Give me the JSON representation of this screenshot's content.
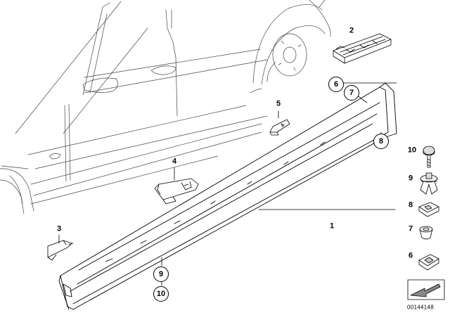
{
  "diagram": {
    "part_labels": {
      "p1": "1",
      "p2": "2",
      "p3": "3",
      "p4": "4",
      "p5": "5",
      "p6": "6",
      "p7": "7",
      "p8": "8",
      "p9": "9",
      "p10": "10"
    },
    "legend": {
      "l10": "10",
      "l9": "9",
      "l8": "8",
      "l7": "7",
      "l6": "6"
    },
    "doc_id": "00144148"
  }
}
